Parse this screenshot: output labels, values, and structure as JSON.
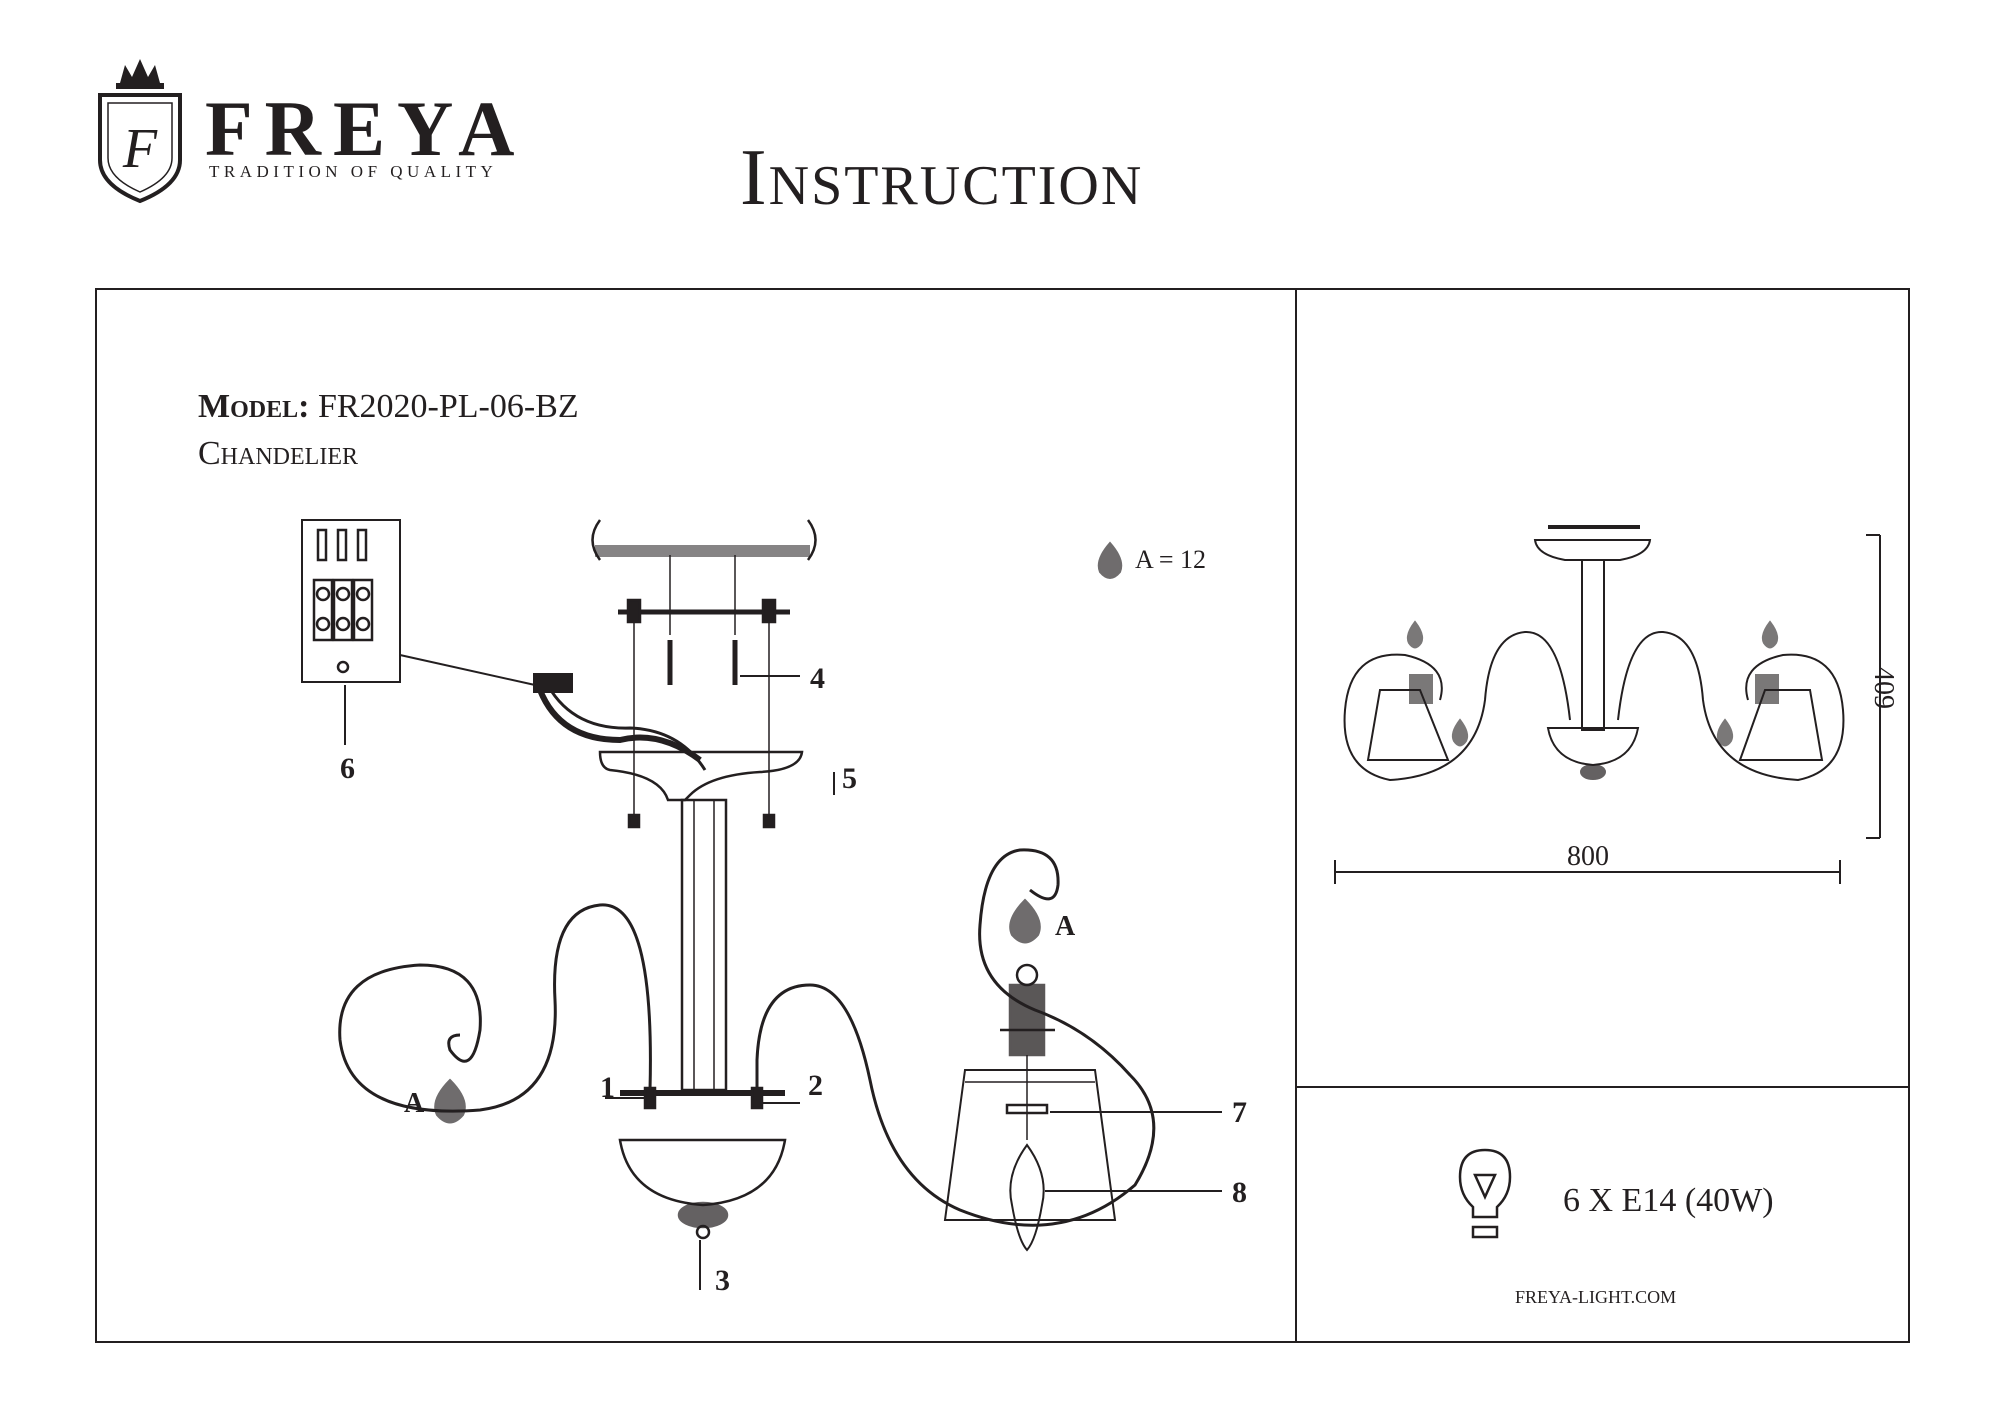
{
  "brand": {
    "name": "FREYA",
    "tagline": "TRADITION OF QUALITY"
  },
  "title": "Instruction",
  "product": {
    "model_label": "Model:",
    "model_number": "FR2020-PL-06-BZ",
    "type": "Chandelier"
  },
  "diagram": {
    "callouts": [
      "1",
      "2",
      "3",
      "4",
      "5",
      "6",
      "7",
      "8"
    ],
    "crystal_label": "A",
    "crystal_count": "A = 12"
  },
  "dimensions": {
    "width": "800",
    "height": "409"
  },
  "bulb": {
    "spec": "6 X E14 (40W)"
  },
  "website": "FREYA-LIGHT.COM",
  "colors": {
    "ink": "#231f20",
    "background": "#ffffff"
  }
}
